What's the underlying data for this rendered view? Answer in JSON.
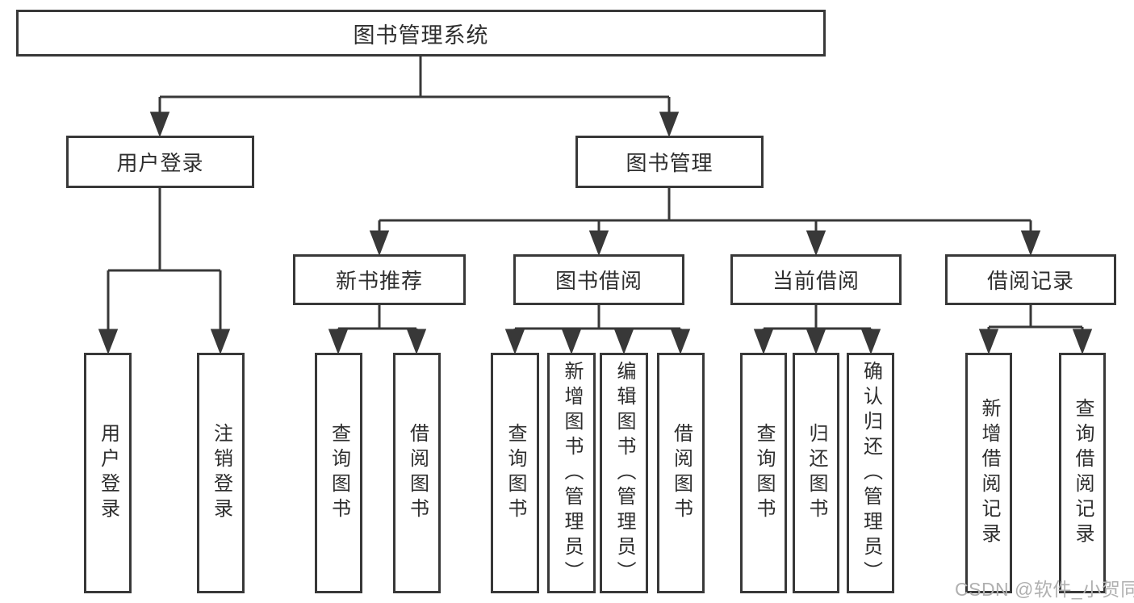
{
  "diagram": {
    "title": "图书管理系统",
    "tree": {
      "root": {
        "label": "图书管理系统"
      },
      "level2": [
        {
          "label": "用户登录"
        },
        {
          "label": "图书管理"
        }
      ],
      "level3": [
        {
          "label": "新书推荐",
          "parent": "图书管理"
        },
        {
          "label": "图书借阅",
          "parent": "图书管理"
        },
        {
          "label": "当前借阅",
          "parent": "图书管理"
        },
        {
          "label": "借阅记录",
          "parent": "图书管理"
        }
      ],
      "leaves": [
        {
          "label": "用户登录",
          "parent": "用户登录"
        },
        {
          "label": "注销登录",
          "parent": "用户登录"
        },
        {
          "label": "查询图书",
          "parent": "新书推荐"
        },
        {
          "label": "借阅图书",
          "parent": "新书推荐"
        },
        {
          "label": "查询图书",
          "parent": "图书借阅"
        },
        {
          "label": "新增图书（管理员）",
          "parent": "图书借阅"
        },
        {
          "label": "编辑图书（管理员）",
          "parent": "图书借阅"
        },
        {
          "label": "借阅图书",
          "parent": "图书借阅"
        },
        {
          "label": "查询图书",
          "parent": "当前借阅"
        },
        {
          "label": "归还图书",
          "parent": "当前借阅"
        },
        {
          "label": "确认归还（管理员）",
          "parent": "当前借阅"
        },
        {
          "label": "新增借阅记录",
          "parent": "借阅记录"
        },
        {
          "label": "查询借阅记录",
          "parent": "借阅记录"
        }
      ]
    }
  },
  "watermark": {
    "text": "CSDN @软件_小贺同学"
  },
  "colors": {
    "line": "#383838",
    "text": "#2e2e2e",
    "watermark": "#b0b0b0",
    "background": "#ffffff"
  }
}
